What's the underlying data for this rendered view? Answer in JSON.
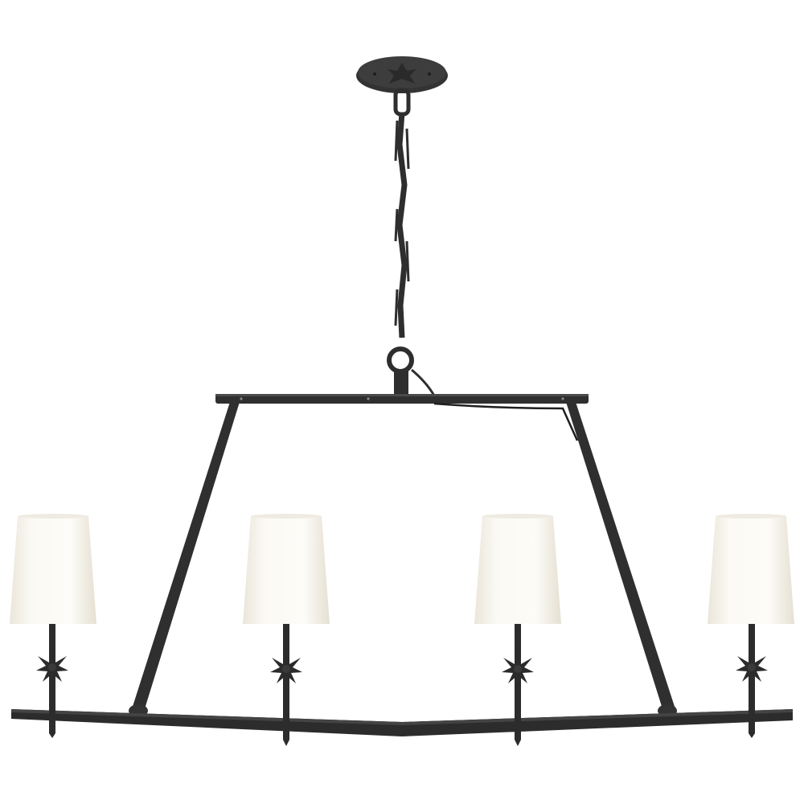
{
  "image": {
    "subject": "linear-chandelier",
    "background_color": "#ffffff",
    "colors": {
      "iron": "#2e2e2e",
      "iron_highlight": "#4a4a4a",
      "shade_light": "#fbf9f4",
      "shade_shadow": "#e9e4d9"
    },
    "shade_count": 4,
    "star_count": 4
  }
}
